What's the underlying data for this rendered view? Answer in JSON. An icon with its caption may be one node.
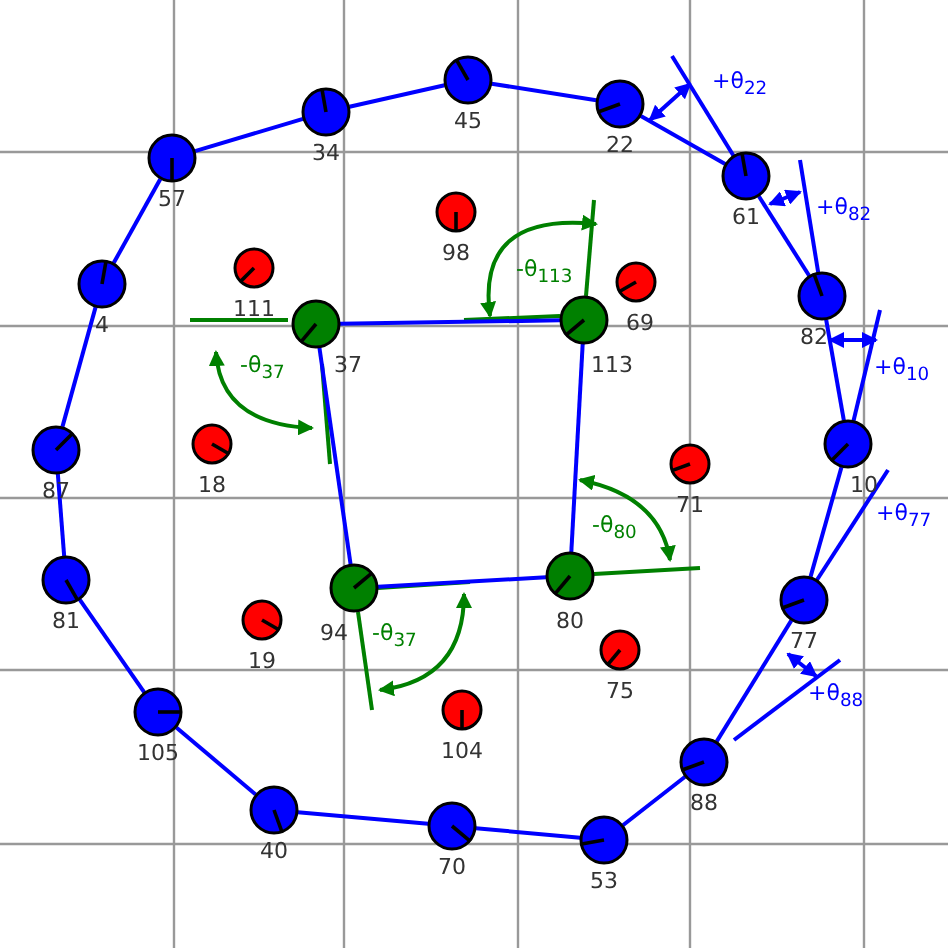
{
  "diagram": {
    "nodes": [
      {
        "text": [],
        "shape": "circle",
        "beside": [
          "45"
        ]
      },
      {
        "text": [],
        "shape": "circle",
        "beside": [
          "22"
        ]
      },
      {
        "text": [],
        "shape": "circle",
        "beside": [
          "34"
        ]
      },
      {
        "text": [],
        "shape": "circle",
        "beside": [
          "57"
        ]
      },
      {
        "text": [],
        "shape": "circle",
        "beside": [
          "61"
        ]
      },
      {
        "text": [],
        "shape": "circle",
        "beside": [
          "98"
        ]
      },
      {
        "text": [],
        "shape": "circle",
        "beside": [
          "111"
        ]
      },
      {
        "text": [],
        "shape": "circle",
        "beside": [
          "4"
        ]
      },
      {
        "text": [],
        "shape": "circle",
        "beside": [
          "69"
        ]
      },
      {
        "text": [],
        "shape": "circle",
        "beside": [
          "82"
        ]
      },
      {
        "text": [],
        "shape": "circle",
        "beside": [
          "113"
        ]
      },
      {
        "text": [],
        "shape": "circle",
        "beside": [
          "37"
        ]
      },
      {
        "text": [],
        "shape": "circle",
        "beside": [
          "87"
        ]
      },
      {
        "text": [],
        "shape": "circle",
        "beside": [
          "18"
        ]
      },
      {
        "text": [],
        "shape": "circle",
        "beside": [
          "10"
        ]
      },
      {
        "text": [],
        "shape": "circle",
        "beside": [
          "71"
        ]
      },
      {
        "text": [],
        "shape": "circle",
        "beside": [
          "80"
        ]
      },
      {
        "text": [],
        "shape": "circle",
        "beside": [
          "81"
        ]
      },
      {
        "text": [],
        "shape": "circle",
        "beside": [
          "94"
        ]
      },
      {
        "text": [],
        "shape": "circle",
        "beside": [
          "77"
        ]
      },
      {
        "text": [],
        "shape": "circle",
        "beside": [
          "19"
        ]
      },
      {
        "text": [],
        "shape": "circle",
        "beside": [
          "75"
        ]
      },
      {
        "text": [],
        "shape": "circle",
        "beside": [
          "104"
        ]
      },
      {
        "text": [],
        "shape": "circle",
        "beside": [
          "105"
        ]
      },
      {
        "text": [],
        "shape": "circle",
        "beside": [
          "88"
        ]
      },
      {
        "text": [],
        "shape": "circle",
        "beside": [
          "40"
        ]
      },
      {
        "text": [],
        "shape": "circle",
        "beside": [
          "70"
        ]
      },
      {
        "text": [],
        "shape": "circle",
        "beside": [
          "53"
        ]
      }
    ],
    "edges": [
      {
        "from": 0,
        "to": 1,
        "arrow": "none"
      },
      {
        "from": 1,
        "to": 4,
        "arrow": "none"
      },
      {
        "from": 4,
        "to": 9,
        "arrow": "none"
      },
      {
        "from": 9,
        "to": 14,
        "arrow": "none"
      },
      {
        "from": 14,
        "to": 19,
        "arrow": "none"
      },
      {
        "from": 19,
        "to": 24,
        "arrow": "none"
      },
      {
        "from": 24,
        "to": 27,
        "arrow": "none"
      },
      {
        "from": 27,
        "to": 26,
        "arrow": "none"
      },
      {
        "from": 26,
        "to": 25,
        "arrow": "none"
      },
      {
        "from": 25,
        "to": 23,
        "arrow": "none"
      },
      {
        "from": 23,
        "to": 17,
        "arrow": "none"
      },
      {
        "from": 17,
        "to": 12,
        "arrow": "none"
      },
      {
        "from": 12,
        "to": 7,
        "arrow": "none"
      },
      {
        "from": 7,
        "to": 3,
        "arrow": "none"
      },
      {
        "from": 3,
        "to": 2,
        "arrow": "none"
      },
      {
        "from": 2,
        "to": 0,
        "arrow": "none"
      },
      {
        "from": 11,
        "to": 10,
        "arrow": "none"
      },
      {
        "from": 10,
        "to": 16,
        "arrow": "none"
      },
      {
        "from": 16,
        "to": 18,
        "arrow": "none"
      },
      {
        "from": 18,
        "to": 11,
        "arrow": "none"
      }
    ],
    "labels": [
      "+θ$_{22}$",
      "+θ$_{82}$",
      "-θ$_{113}$",
      "-θ$_{37}$",
      "+θ$_{10}$",
      "+θ$_{77}$",
      "-θ$_{80}$",
      "-θ$_{37}$",
      "+θ$_{88}$"
    ]
  }
}
